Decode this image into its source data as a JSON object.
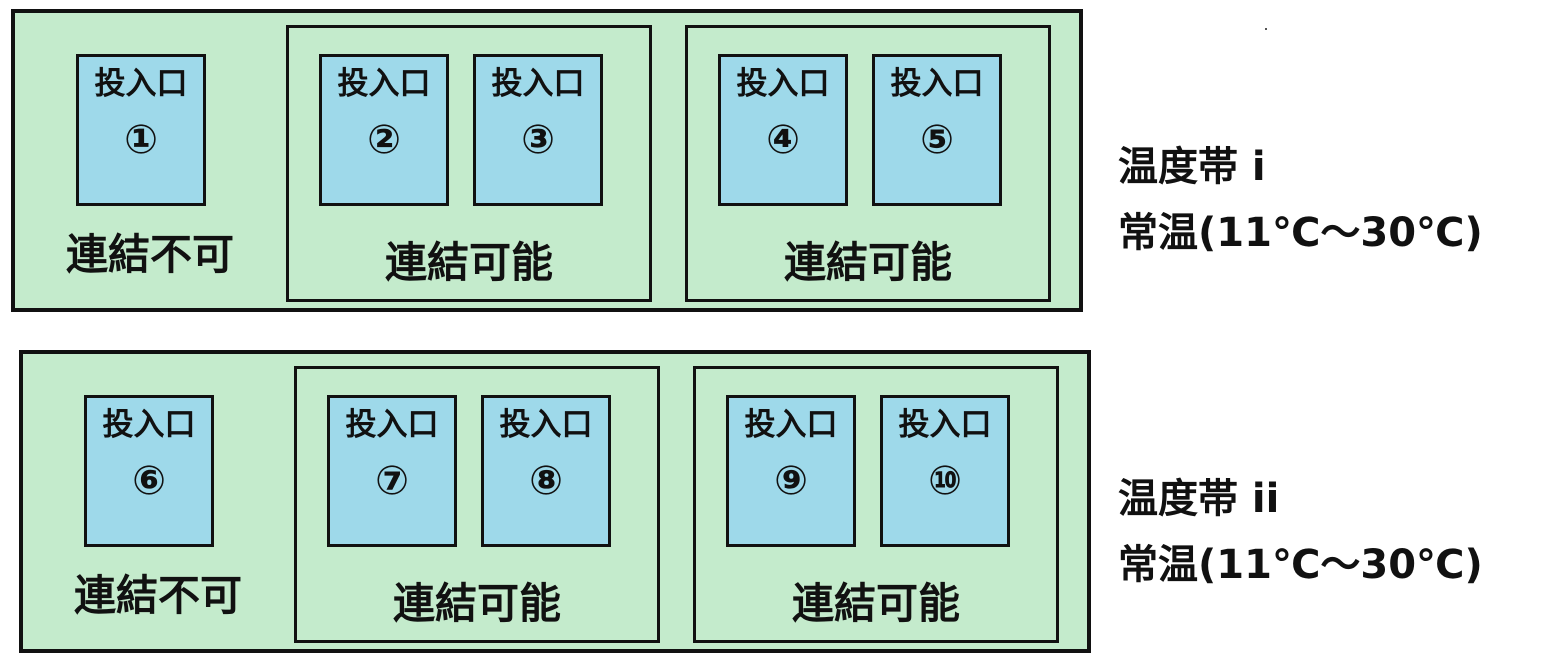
{
  "inlet_label": "投入口",
  "bands": [
    {
      "zone_name": "温度帯 i",
      "zone_temp": "常温(11℃～30℃)",
      "standalone": {
        "number": "①",
        "text": "連結不可"
      },
      "groups": [
        {
          "text": "連結可能",
          "numbers": [
            "②",
            "③"
          ]
        },
        {
          "text": "連結可能",
          "numbers": [
            "④",
            "⑤"
          ]
        }
      ]
    },
    {
      "zone_name": "温度帯 ii",
      "zone_temp": "常温(11℃～30℃)",
      "standalone": {
        "number": "⑥",
        "text": "連結不可"
      },
      "groups": [
        {
          "text": "連結可能",
          "numbers": [
            "⑦",
            "⑧"
          ]
        },
        {
          "text": "連結可能",
          "numbers": [
            "⑨",
            "⑩"
          ]
        }
      ]
    }
  ],
  "colors": {
    "band_fill": "#c4ebcc",
    "inlet_fill": "#9ed9ea",
    "border": "#111111"
  }
}
